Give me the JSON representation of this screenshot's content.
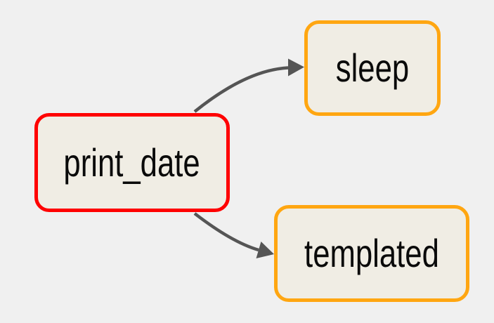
{
  "diagram": {
    "title": "dag-graph",
    "background_color": "#f0f0f0",
    "node_fill_color": "#f0ede4",
    "edge_color": "#555555",
    "label_color": "#0a0a0a",
    "nodes": [
      {
        "label": "print_date",
        "border_color": "#ff0000"
      },
      {
        "label": "sleep",
        "border_color": "#ffa611"
      },
      {
        "label": "templated",
        "border_color": "#ffa611"
      }
    ],
    "edges": [
      {
        "from": "print_date",
        "to": "sleep"
      },
      {
        "from": "print_date",
        "to": "templated"
      }
    ]
  }
}
